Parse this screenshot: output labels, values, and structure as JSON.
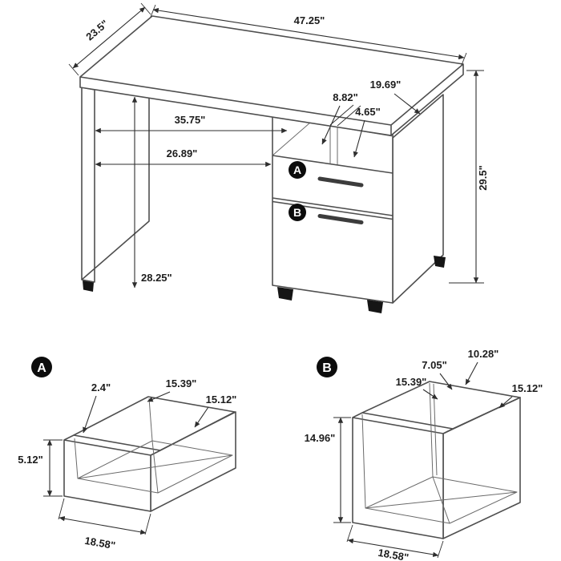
{
  "diagram": {
    "subject": "desk-with-drawer-pedestal-dimension-diagram",
    "colors": {
      "background": "#ffffff",
      "furniture_line": "#4f4f4f",
      "dimension_line": "#2e2e2e",
      "text": "#1c1c1c",
      "badge_bg": "#0c0c0c",
      "badge_text": "#ffffff"
    }
  },
  "main_view": {
    "badges": {
      "a": "A",
      "b": "B"
    },
    "dimensions": {
      "overall_width": "47.25\"",
      "overall_depth": "23.5\"",
      "overall_height": "29.5\"",
      "clearance_height": "28.25\"",
      "top_opening_width": "35.75\"",
      "knee_width": "26.89\"",
      "pedestal_depth": "19.69\"",
      "cubby_left_width": "8.82\"",
      "cubby_right_width": "4.65\""
    }
  },
  "detail_a": {
    "badge": "A",
    "dimensions": {
      "height": "5.12\"",
      "width": "18.58\"",
      "front_lip": "2.4\"",
      "inner_width": "15.39\"",
      "inner_depth": "15.12\""
    }
  },
  "detail_b": {
    "badge": "B",
    "dimensions": {
      "height": "14.96\"",
      "width": "18.58\"",
      "inner_height": "10.28\"",
      "back_gap": "7.05\"",
      "inner_width": "15.39\"",
      "inner_depth": "15.12\""
    }
  }
}
